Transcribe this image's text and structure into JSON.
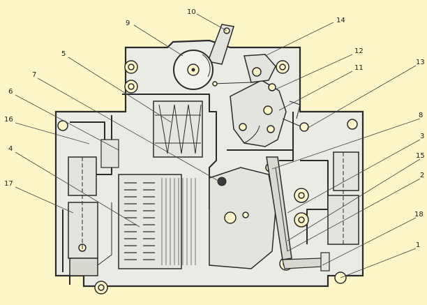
{
  "diagram": {
    "colors": {
      "background": "#fdf6c8",
      "housing": "#ebebe6",
      "ink": "#2a2a2a",
      "leader": "#444444"
    },
    "labels": [
      {
        "id": "10",
        "text": "10"
      },
      {
        "id": "9",
        "text": "9"
      },
      {
        "id": "14",
        "text": "14"
      },
      {
        "id": "12",
        "text": "12"
      },
      {
        "id": "11",
        "text": "11"
      },
      {
        "id": "5",
        "text": "5"
      },
      {
        "id": "13",
        "text": "13"
      },
      {
        "id": "7",
        "text": "7"
      },
      {
        "id": "6",
        "text": "6"
      },
      {
        "id": "8",
        "text": "8"
      },
      {
        "id": "16",
        "text": "16"
      },
      {
        "id": "3",
        "text": "3"
      },
      {
        "id": "4",
        "text": "4"
      },
      {
        "id": "15",
        "text": "15"
      },
      {
        "id": "2",
        "text": "2"
      },
      {
        "id": "17",
        "text": "17"
      },
      {
        "id": "18",
        "text": "18"
      },
      {
        "id": "1",
        "text": "1"
      }
    ]
  }
}
